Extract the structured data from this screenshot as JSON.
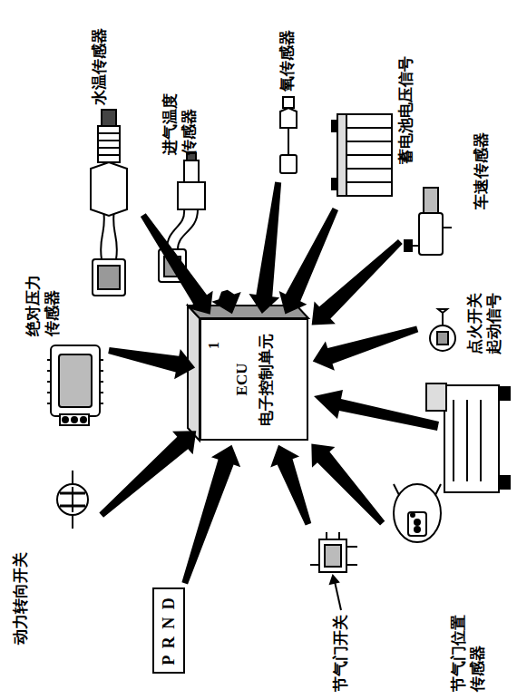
{
  "diagram": {
    "nodes": [
      {
        "text": [
          "ECU",
          "电子控制单元"
        ]
      },
      {
        "text": [
          "动力转向开关"
        ]
      },
      {
        "text": [
          "绝对压力 传感器"
        ]
      },
      {
        "text": [
          "水温传感器"
        ]
      },
      {
        "text": [
          "进气温度 传感器"
        ]
      },
      {
        "text": [
          "氧传感器"
        ]
      },
      {
        "text": [
          "蓄电池电压信号"
        ]
      },
      {
        "text": [
          "车速传感器"
        ]
      },
      {
        "text": [
          "点火开关 起动信号"
        ]
      },
      {
        "text": [
          "节气门位置 传感器"
        ]
      },
      {
        "text": [
          "节气门开关"
        ]
      },
      {
        "text": [
          "P R N D"
        ]
      }
    ],
    "edges": [
      {
        "from": 1,
        "to": 0,
        "arrow": "to"
      },
      {
        "from": 2,
        "to": 0,
        "arrow": "to"
      },
      {
        "from": 3,
        "to": 0,
        "arrow": "to"
      },
      {
        "from": 4,
        "to": 0,
        "arrow": "to"
      },
      {
        "from": 5,
        "to": 0,
        "arrow": "to"
      },
      {
        "from": 6,
        "to": 0,
        "arrow": "to"
      },
      {
        "from": 7,
        "to": 0,
        "arrow": "to"
      },
      {
        "from": 8,
        "to": 0,
        "arrow": "to"
      },
      {
        "from": 9,
        "to": 0,
        "arrow": "to"
      },
      {
        "from": 10,
        "to": 0,
        "arrow": "to"
      },
      {
        "from": 11,
        "to": 0,
        "arrow": "to"
      }
    ],
    "labels": [
      "1"
    ]
  }
}
